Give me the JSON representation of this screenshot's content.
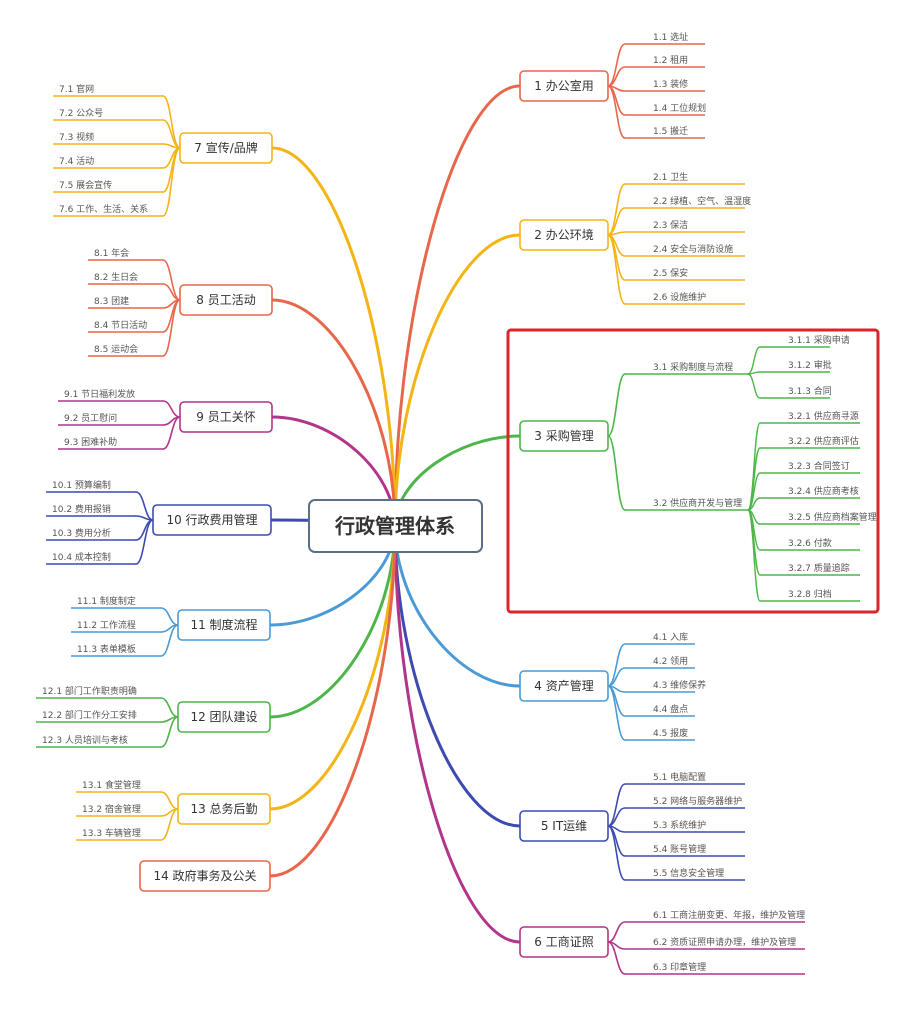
{
  "center": "行政管理体系",
  "highlight_color": "#d9262b",
  "branches": [
    {
      "id": "b1",
      "label": "1 办公室用",
      "color": "#e8674a",
      "side": "right",
      "leaves": [
        "1.1 选址",
        "1.2 租用",
        "1.3 装修",
        "1.4 工位规划",
        "1.5 搬迁"
      ]
    },
    {
      "id": "b2",
      "label": "2 办公环境",
      "color": "#f3b416",
      "side": "right",
      "leaves": [
        "2.1 卫生",
        "2.2 绿植、空气、温湿度",
        "2.3 保洁",
        "2.4 安全与消防设施",
        "2.5 保安",
        "2.6 设施维护"
      ]
    },
    {
      "id": "b3",
      "label": "3 采购管理",
      "color": "#4cb648",
      "side": "right",
      "subs": [
        {
          "label": "3.1 采购制度与流程",
          "leaves": [
            "3.1.1 采购申请",
            "3.1.2 审批",
            "3.1.3 合同"
          ]
        },
        {
          "label": "3.2 供应商开发与管理",
          "leaves": [
            "3.2.1 供应商寻源",
            "3.2.2 供应商评估",
            "3.2.3 合同签订",
            "3.2.4 供应商考核",
            "3.2.5 供应商档案管理",
            "3.2.6 付款",
            "3.2.7 质量追踪",
            "3.2.8 归档"
          ]
        }
      ]
    },
    {
      "id": "b4",
      "label": "4 资产管理",
      "color": "#4a9ad6",
      "side": "right",
      "leaves": [
        "4.1 入库",
        "4.2 领用",
        "4.3 维修保养",
        "4.4 盘点",
        "4.5 报废"
      ]
    },
    {
      "id": "b5",
      "label": "5 IT运维",
      "color": "#3d4bb1",
      "side": "right",
      "leaves": [
        "5.1 电脑配置",
        "5.2 网络与服务器维护",
        "5.3 系统维护",
        "5.4 账号管理",
        "5.5 信息安全管理"
      ]
    },
    {
      "id": "b6",
      "label": "6 工商证照",
      "color": "#b2348b",
      "side": "right",
      "leaves": [
        "6.1 工商注册变更、年报，维护及管理",
        "6.2 资质证照申请办理，维护及管理",
        "6.3 印章管理"
      ]
    },
    {
      "id": "b7",
      "label": "7 宣传/品牌",
      "color": "#f3b416",
      "side": "left",
      "leaves": [
        "7.1 官网",
        "7.2 公众号",
        "7.3 视频",
        "7.4 活动",
        "7.5 展会宣传",
        "7.6 工作、生活、关系"
      ]
    },
    {
      "id": "b8",
      "label": "8 员工活动",
      "color": "#e8674a",
      "side": "left",
      "leaves": [
        "8.1 年会",
        "8.2 生日会",
        "8.3 团建",
        "8.4 节日活动",
        "8.5 运动会"
      ]
    },
    {
      "id": "b9",
      "label": "9 员工关怀",
      "color": "#b2348b",
      "side": "left",
      "leaves": [
        "9.1 节日福利发放",
        "9.2 员工慰问",
        "9.3 困难补助"
      ]
    },
    {
      "id": "b10",
      "label": "10 行政费用管理",
      "color": "#3d4bb1",
      "side": "left",
      "leaves": [
        "10.1 预算编制",
        "10.2 费用报销",
        "10.3 费用分析",
        "10.4 成本控制"
      ]
    },
    {
      "id": "b11",
      "label": "11 制度流程",
      "color": "#4a9ad6",
      "side": "left",
      "leaves": [
        "11.1 制度制定",
        "11.2 工作流程",
        "11.3 表单模板"
      ]
    },
    {
      "id": "b12",
      "label": "12 团队建设",
      "color": "#4cb648",
      "side": "left",
      "leaves": [
        "12.1 部门工作职责明确",
        "12.2 部门工作分工安排",
        "12.3 人员培训与考核"
      ]
    },
    {
      "id": "b13",
      "label": "13 总务后勤",
      "color": "#f3b416",
      "side": "left",
      "leaves": [
        "13.1 食堂管理",
        "13.2 宿舍管理",
        "13.3 车辆管理"
      ]
    },
    {
      "id": "b14",
      "label": "14 政府事务及公关",
      "color": "#e8674a",
      "side": "left",
      "leaves": []
    }
  ]
}
